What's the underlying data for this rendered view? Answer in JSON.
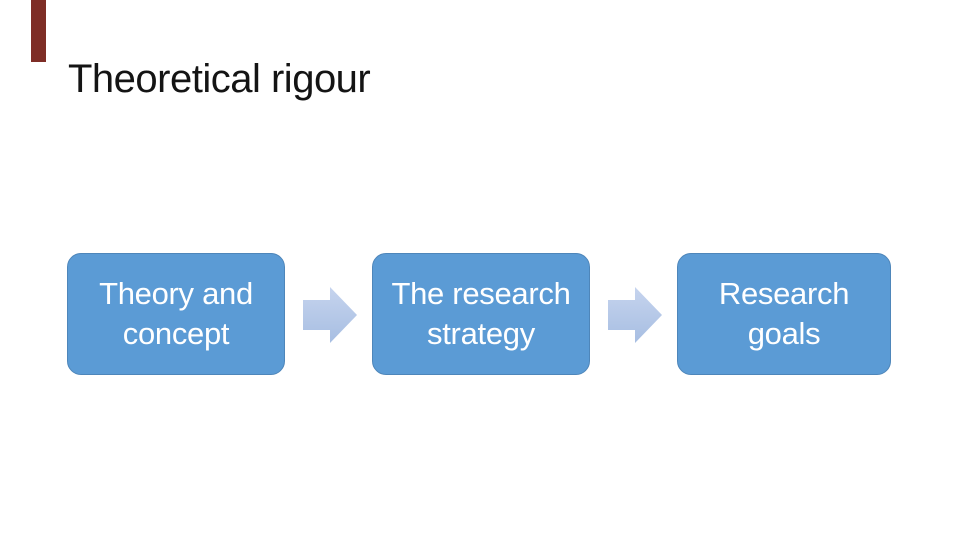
{
  "slide": {
    "title": "Theoretical rigour"
  },
  "diagram": {
    "type": "process-flow",
    "direction": "left-to-right",
    "steps": [
      {
        "label": "Theory and\nconcept"
      },
      {
        "label": "The research\nstrategy"
      },
      {
        "label": "Research\ngoals"
      }
    ],
    "connectors": [
      {
        "from": 0,
        "to": 1,
        "shape": "right-block-arrow"
      },
      {
        "from": 1,
        "to": 2,
        "shape": "right-block-arrow"
      }
    ],
    "colors": {
      "background": "#ffffff",
      "title_text": "#141414",
      "step_fill": "#5b9bd5",
      "step_border": "#4e86ba",
      "step_text": "#ffffff",
      "arrow_fill_top": "#c6d4ee",
      "arrow_fill_bottom": "#a7bee2",
      "accent_bar": "#7e2d26"
    }
  }
}
